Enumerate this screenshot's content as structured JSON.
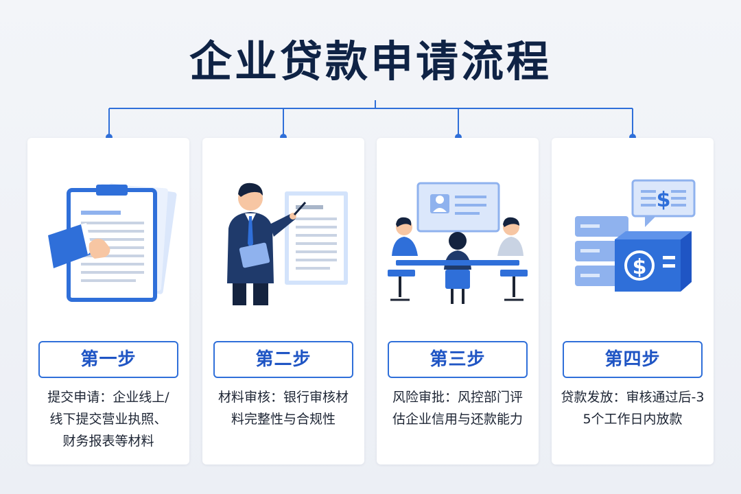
{
  "title": "企业贷款申请流程",
  "colors": {
    "primary_blue": "#2f6fd9",
    "dark_navy": "#0f2345",
    "light_blue": "#cfe0fb"
  },
  "steps": [
    {
      "label": "第一步",
      "lines": [
        "提交申请：企业线上/",
        "线下提交营业执照、",
        "财务报表等材料"
      ],
      "icon": "document-clipboard-icon"
    },
    {
      "label": "第二步",
      "lines": [
        "材料审核：银行审核材",
        "料完整性与合规性"
      ],
      "icon": "presenter-icon"
    },
    {
      "label": "第三步",
      "lines": [
        "风险审批：风控部门评",
        "估企业信用与还款能力"
      ],
      "icon": "meeting-icon"
    },
    {
      "label": "第四步",
      "lines": [
        "贷款发放：审核通过后-3",
        "5个工作日内放款"
      ],
      "icon": "money-server-icon"
    }
  ]
}
